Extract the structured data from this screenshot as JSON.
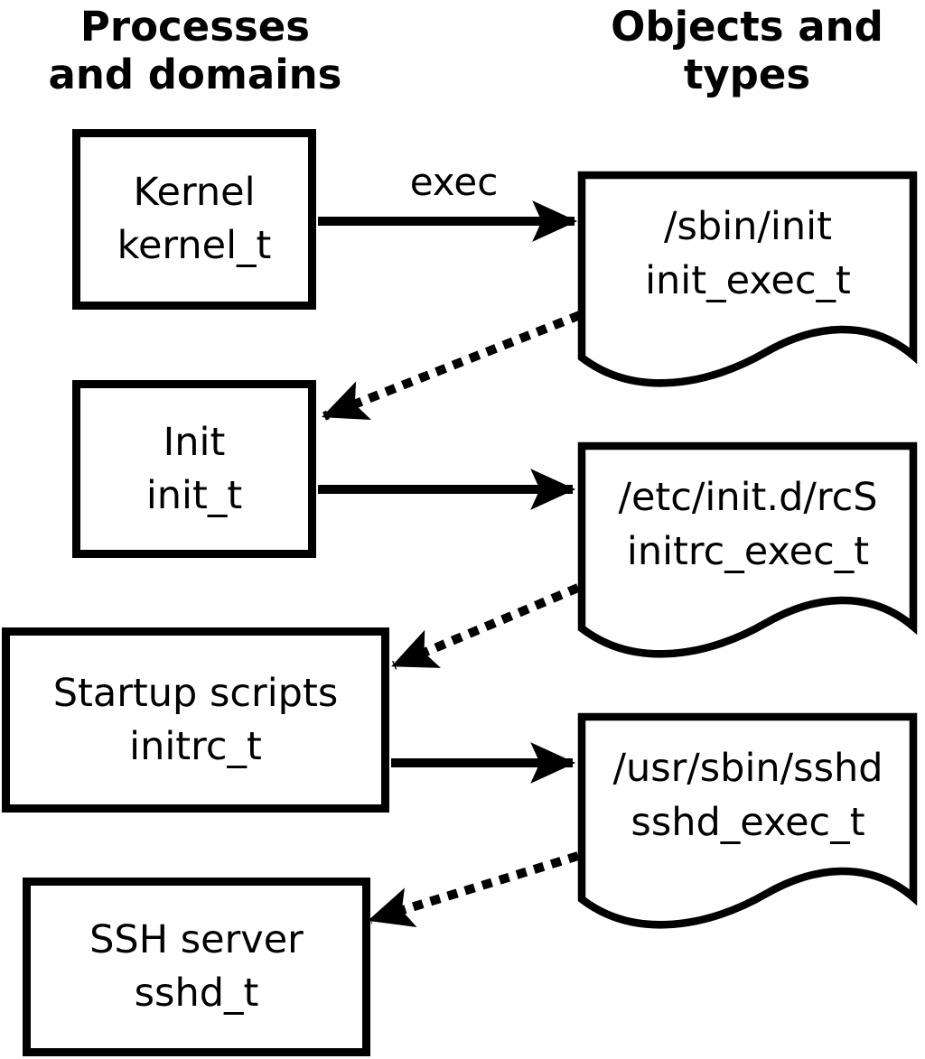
{
  "colors": {
    "foreground": "#000000",
    "background": "#ffffff"
  },
  "headers": {
    "left": {
      "line1": "Processes",
      "line2": "and domains"
    },
    "right": {
      "line1": "Objects and",
      "line2": "types"
    }
  },
  "processes": [
    {
      "name": "Kernel",
      "domain": "kernel_t"
    },
    {
      "name": "Init",
      "domain": "init_t"
    },
    {
      "name": "Startup scripts",
      "domain": "initrc_t"
    },
    {
      "name": "SSH server",
      "domain": "sshd_t"
    }
  ],
  "objects": [
    {
      "path": "/sbin/init",
      "type": "init_exec_t"
    },
    {
      "path": "/etc/init.d/rcS",
      "type": "initrc_exec_t"
    },
    {
      "path": "/usr/sbin/sshd",
      "type": "sshd_exec_t"
    }
  ],
  "edges": {
    "exec_label": "exec",
    "solid": [
      {
        "from": "kernel_t",
        "to": "/sbin/init",
        "label": "exec",
        "style": "solid"
      },
      {
        "from": "init_t",
        "to": "/etc/init.d/rcS",
        "label": "",
        "style": "solid"
      },
      {
        "from": "initrc_t",
        "to": "/usr/sbin/sshd",
        "label": "",
        "style": "solid"
      }
    ],
    "dotted": [
      {
        "from": "/sbin/init",
        "to": "init_t",
        "style": "dotted"
      },
      {
        "from": "/etc/init.d/rcS",
        "to": "initrc_t",
        "style": "dotted"
      },
      {
        "from": "/usr/sbin/sshd",
        "to": "sshd_t",
        "style": "dotted"
      }
    ]
  }
}
